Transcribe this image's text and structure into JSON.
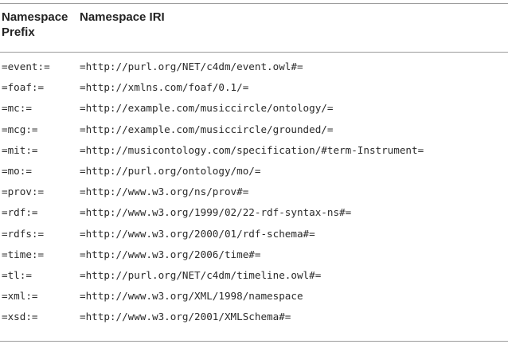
{
  "table": {
    "header": {
      "prefix": "Namespace Prefix",
      "prefix_line1": "Namespace",
      "prefix_line2": "Prefix",
      "iri": "Namespace IRI"
    },
    "rows": [
      {
        "prefix": "=event:=",
        "iri": "=http://purl.org/NET/c4dm/event.owl#="
      },
      {
        "prefix": "=foaf:=",
        "iri": "=http://xmlns.com/foaf/0.1/="
      },
      {
        "prefix": "=mc:=",
        "iri": "=http://example.com/musiccircle/ontology/="
      },
      {
        "prefix": "=mcg:=",
        "iri": "=http://example.com/musiccircle/grounded/="
      },
      {
        "prefix": "=mit:=",
        "iri": "=http://musicontology.com/specification/#term-Instrument="
      },
      {
        "prefix": "=mo:=",
        "iri": "=http://purl.org/ontology/mo/="
      },
      {
        "prefix": "=prov:=",
        "iri": "=http://www.w3.org/ns/prov#="
      },
      {
        "prefix": "=rdf:=",
        "iri": "=http://www.w3.org/1999/02/22-rdf-syntax-ns#="
      },
      {
        "prefix": "=rdfs:=",
        "iri": "=http://www.w3.org/2000/01/rdf-schema#="
      },
      {
        "prefix": "=time:=",
        "iri": "=http://www.w3.org/2006/time#="
      },
      {
        "prefix": "=tl:=",
        "iri": "=http://purl.org/NET/c4dm/timeline.owl#="
      },
      {
        "prefix": "=xml:=",
        "iri": "=http://www.w3.org/XML/1998/namespace"
      },
      {
        "prefix": "=xsd:=",
        "iri": "=http://www.w3.org/2001/XMLSchema#="
      }
    ]
  }
}
